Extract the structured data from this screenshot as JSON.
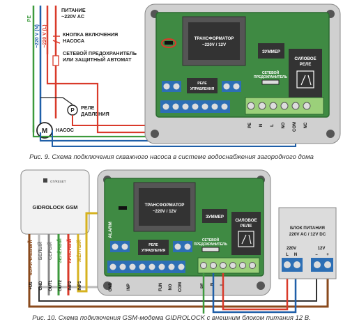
{
  "fig9": {
    "caption": "Рис. 9. Схема подключения скважного насоса в системе водоснабжения загородного дома",
    "wire_pe": "PE",
    "wire_n": "~220 V (N)",
    "wire_l": "~220 V (L)",
    "power_label_1": "ПИТАНИЕ",
    "power_label_2": "~220V AC",
    "button_label_1": "КНОПКА ВКЛЮЧЕНИЯ",
    "button_label_2": "НАСОСА",
    "fuse_label_1": "СЕТЕВОЙ ПРЕДОХРАНИТЕЛЬ",
    "fuse_label_2": "ИЛИ ЗАЩИТНЫЙ АВТОМАТ",
    "pressure_relay_1": "РЕЛЕ",
    "pressure_relay_2": "ДАВЛЕНИЯ",
    "pressure_symbol": "P",
    "pump_label": "НАСОС",
    "pump_symbol": "M",
    "board": {
      "transformer_1": "ТРАНСФОРМАТОР",
      "transformer_2": "~220V / 12V",
      "buzzer": "ЗУММЕР",
      "power_relay_1": "СИЛОВОЕ",
      "power_relay_2": "РЕЛЕ",
      "control_relay_1": "РЕЛЕ",
      "control_relay_2": "УПРАВЛЕНИЯ",
      "fuse_1": "СЕТЕВОЙ",
      "fuse_2": "ПРЕДОХРАНИТЕЛЬ",
      "terminals": [
        "PE",
        "N",
        "L",
        "NO",
        "COM",
        "NC"
      ]
    }
  },
  "fig10": {
    "caption": "Рис. 10. Схема подключения GSM-модема GIDROLOCK с внешним блоком питания 12 В.",
    "modem_name": "GIDROLOCK GSM",
    "modem_reset": "GT/RESET",
    "wire_colors": [
      "КОРИЧНЕВЫЙ",
      "БЕЛЫЙ",
      "СЕРЫЙ",
      "ЗЕЛЁНЫЙ",
      "КРАСНЫЙ",
      "ЖЁЛТЫЙ"
    ],
    "wire_pins": [
      "+U1",
      "GND",
      "OUT1",
      "OUT2",
      "INP2",
      "INP1"
    ],
    "alarm_label": "ALARM",
    "bottom_pins": [
      "GND",
      "INP",
      "FUN",
      "NO",
      "COM",
      "PE",
      "N",
      "L"
    ],
    "board": {
      "transformer_1": "ТРАНСФОРМАТОР",
      "transformer_2": "~220V / 12V",
      "buzzer": "ЗУММЕР",
      "power_relay_1": "СИЛОВОЕ",
      "power_relay_2": "РЕЛЕ",
      "control_relay_1": "РЕЛЕ",
      "control_relay_2": "УПРАВЛЕНИЯ",
      "fuse_1": "СЕТЕВОЙ",
      "fuse_2": "ПРЕДОХРАНИТЕЛЬ"
    },
    "psu": {
      "title_1": "БЛОК ПИТАНИЯ",
      "title_2": "220V AC / 12V DC",
      "in_label": "220V",
      "out_label": "12V",
      "in_l": "L",
      "in_n": "N",
      "out_minus": "–",
      "out_plus": "+"
    }
  },
  "colors": {
    "pcb": "#3f8a43",
    "pcb_dark": "#2c6a31",
    "wire_blue": "#1f5fa8",
    "wire_red": "#d93a2a",
    "wire_green": "#3c9a3c",
    "wire_yellow": "#d6b21f",
    "wire_brown": "#8a4a1c",
    "terminal_blue": "#2d6fb5",
    "case": "#dcdcdc"
  }
}
